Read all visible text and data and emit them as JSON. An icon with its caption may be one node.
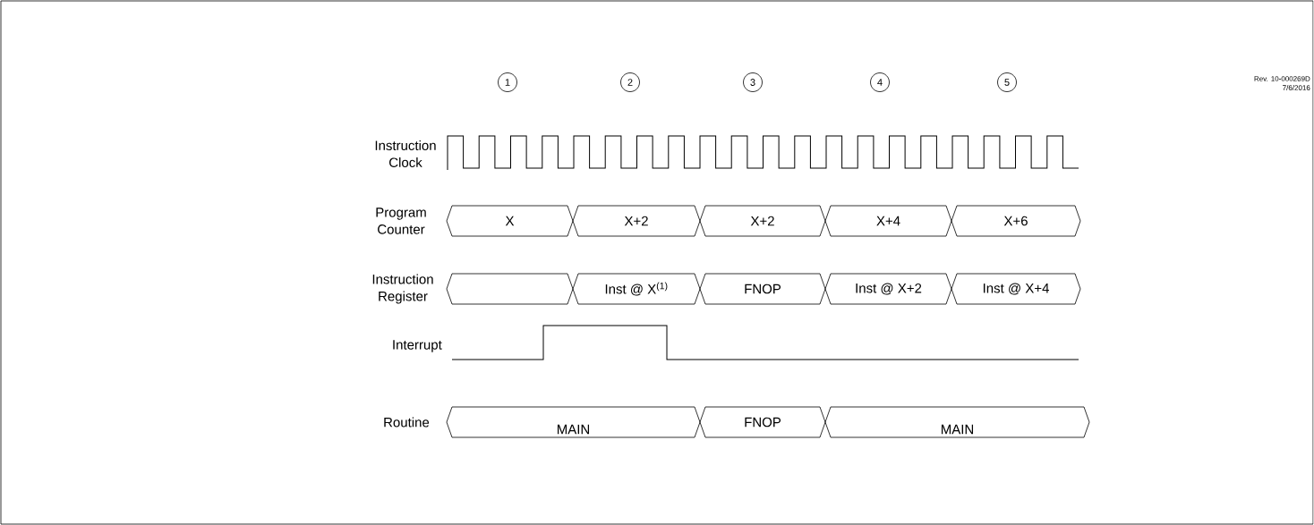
{
  "diagram": {
    "nodes": [
      {
        "text": [
          "1"
        ]
      },
      {
        "text": [
          "2"
        ]
      },
      {
        "text": [
          "3"
        ]
      },
      {
        "text": [
          "4"
        ]
      },
      {
        "text": [
          "5"
        ]
      },
      {
        "text": [
          "X"
        ]
      },
      {
        "text": [
          "X+2"
        ]
      },
      {
        "text": [
          "X+2"
        ]
      },
      {
        "text": [
          "X+4"
        ]
      },
      {
        "text": [
          "X+6"
        ]
      },
      {
        "text": [],
        "shape": "box"
      },
      {
        "text": [
          "Inst @ X$^{(1)}$"
        ]
      },
      {
        "text": [
          "FNOP"
        ]
      },
      {
        "text": [
          "Inst @ X+2"
        ]
      },
      {
        "text": [
          "Inst @ X+4"
        ]
      },
      {
        "text": [
          "MAIN"
        ]
      },
      {
        "text": [
          "FNOP"
        ]
      },
      {
        "text": [
          "MAIN"
        ]
      }
    ],
    "labels": [
      "Rev. 10-000269D",
      "7/6/2016",
      "Instruction Clock",
      "Program Counter",
      "Instruction Register",
      "Interrupt",
      "Routine"
    ]
  }
}
